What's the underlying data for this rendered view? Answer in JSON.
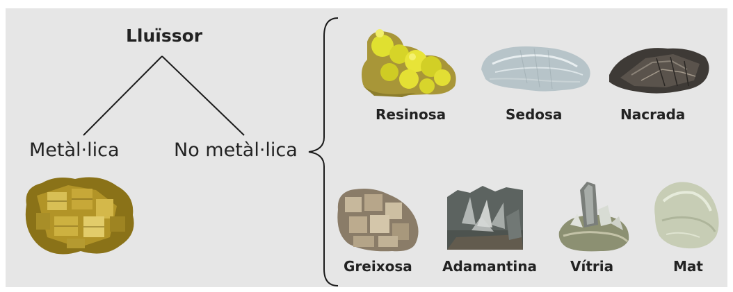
{
  "root": {
    "label": "Lluïssor"
  },
  "branches": {
    "metallic": "Metàl·lica",
    "non_metallic": "No metàl·lica"
  },
  "non_metallic_types": {
    "row1": [
      "Resinosa",
      "Sedosa",
      "Nacrada"
    ],
    "row2": [
      "Greixosa",
      "Adamantina",
      "Vítria",
      "Mat"
    ]
  },
  "colors": {
    "background": "#e6e6e6",
    "line": "#1a1a1a",
    "text": "#222222"
  }
}
